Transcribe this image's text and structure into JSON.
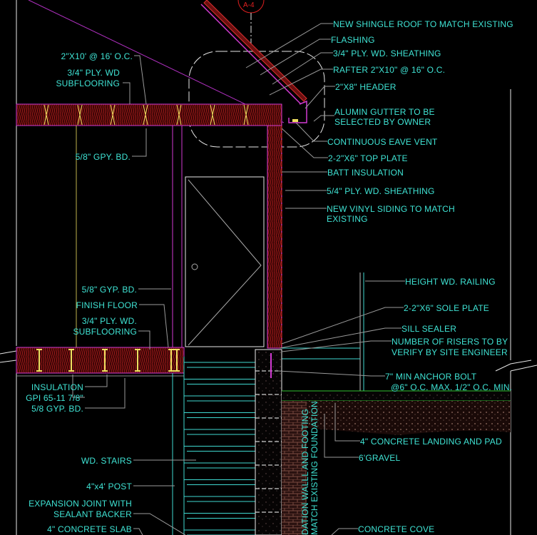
{
  "drawing": {
    "callout_tag": "A-4",
    "colors": {
      "background": "#000000",
      "text": "#3fe3d4",
      "framing": "#d23ad2",
      "insulation": "#7a1010",
      "joists": "#f0e060",
      "stairs": "#3fd8d0",
      "slab_edge": "#30c030"
    },
    "labels_right": [
      "NEW SHINGLE ROOF TO MATCH EXISTING",
      "FLASHING",
      "3/4\" PLY. WD. SHEATHING",
      "RAFTER 2\"X10\" @ 16\" O.C.",
      "2\"X8\" HEADER",
      "ALUMIN GUTTER TO BE",
      "SELECTED BY OWNER",
      "CONTINUOUS EAVE VENT",
      "2-2\"X6\" TOP PLATE",
      "BATT INSULATION",
      "5/4\" PLY. WD. SHEATHING",
      "NEW VINYL SIDING TO MATCH",
      "EXISTING",
      "HEIGHT WD. RAILING",
      "2-2\"X6\" SOLE PLATE",
      "SILL SEALER",
      "NUMBER OF RISERS TO BY",
      "VERIFY BY SITE ENGINEER",
      "7\" MIN ANCHOR BOLT",
      "@6\" O.C. MAX. 1/2\" O.C. MIN.",
      "4\" CONCRETE LANDING AND PAD",
      "6'GRAVEL",
      "CONCRETE COVE"
    ],
    "labels_left": [
      "2\"X10' @ 16' O.C.",
      "3/4\" PLY. WD",
      "SUBFLOORING",
      "5/8\" GPY. BD.",
      "5/8\" GYP. BD.",
      "FINISH FLOOR",
      "3/4\" PLY. WD.",
      "SUBFLOORING",
      "INSULATION",
      "GPI 65-11 7/8\"",
      "5/8 GYP. BD.",
      "WD. STAIRS",
      "4\"x4' POST",
      "EXPANSION JOINT WITH",
      "SEALANT BACKER",
      "4\" CONCRETE SLAB"
    ],
    "vertical_labels": [
      "DATION WALLL AND FOOTING",
      "MATCH EXISTING FOUNDATION"
    ]
  }
}
